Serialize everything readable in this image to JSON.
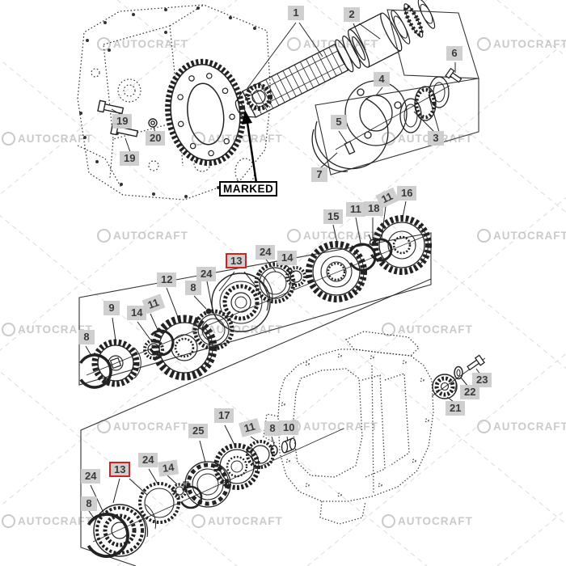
{
  "watermark": {
    "text": "AUTOCRAFT"
  },
  "marked_label": "MARKED",
  "callouts": [
    "19",
    "20",
    "19",
    "1",
    "2",
    "6",
    "4",
    "5",
    "3",
    "7",
    "15",
    "11",
    "18",
    "11",
    "16",
    "24",
    "14",
    "13",
    "24",
    "8",
    "12",
    "11",
    "14",
    "9",
    "8",
    "17",
    "25",
    "11",
    "8",
    "10",
    "24",
    "14",
    "13",
    "24",
    "8",
    "23",
    "22",
    "21"
  ],
  "colors": {
    "highlight_box": "#d32020",
    "label_background": "#cbcbcb",
    "line_art": "#232323",
    "watermark_grey": "#b9b9b9",
    "background": "#ffffff"
  }
}
